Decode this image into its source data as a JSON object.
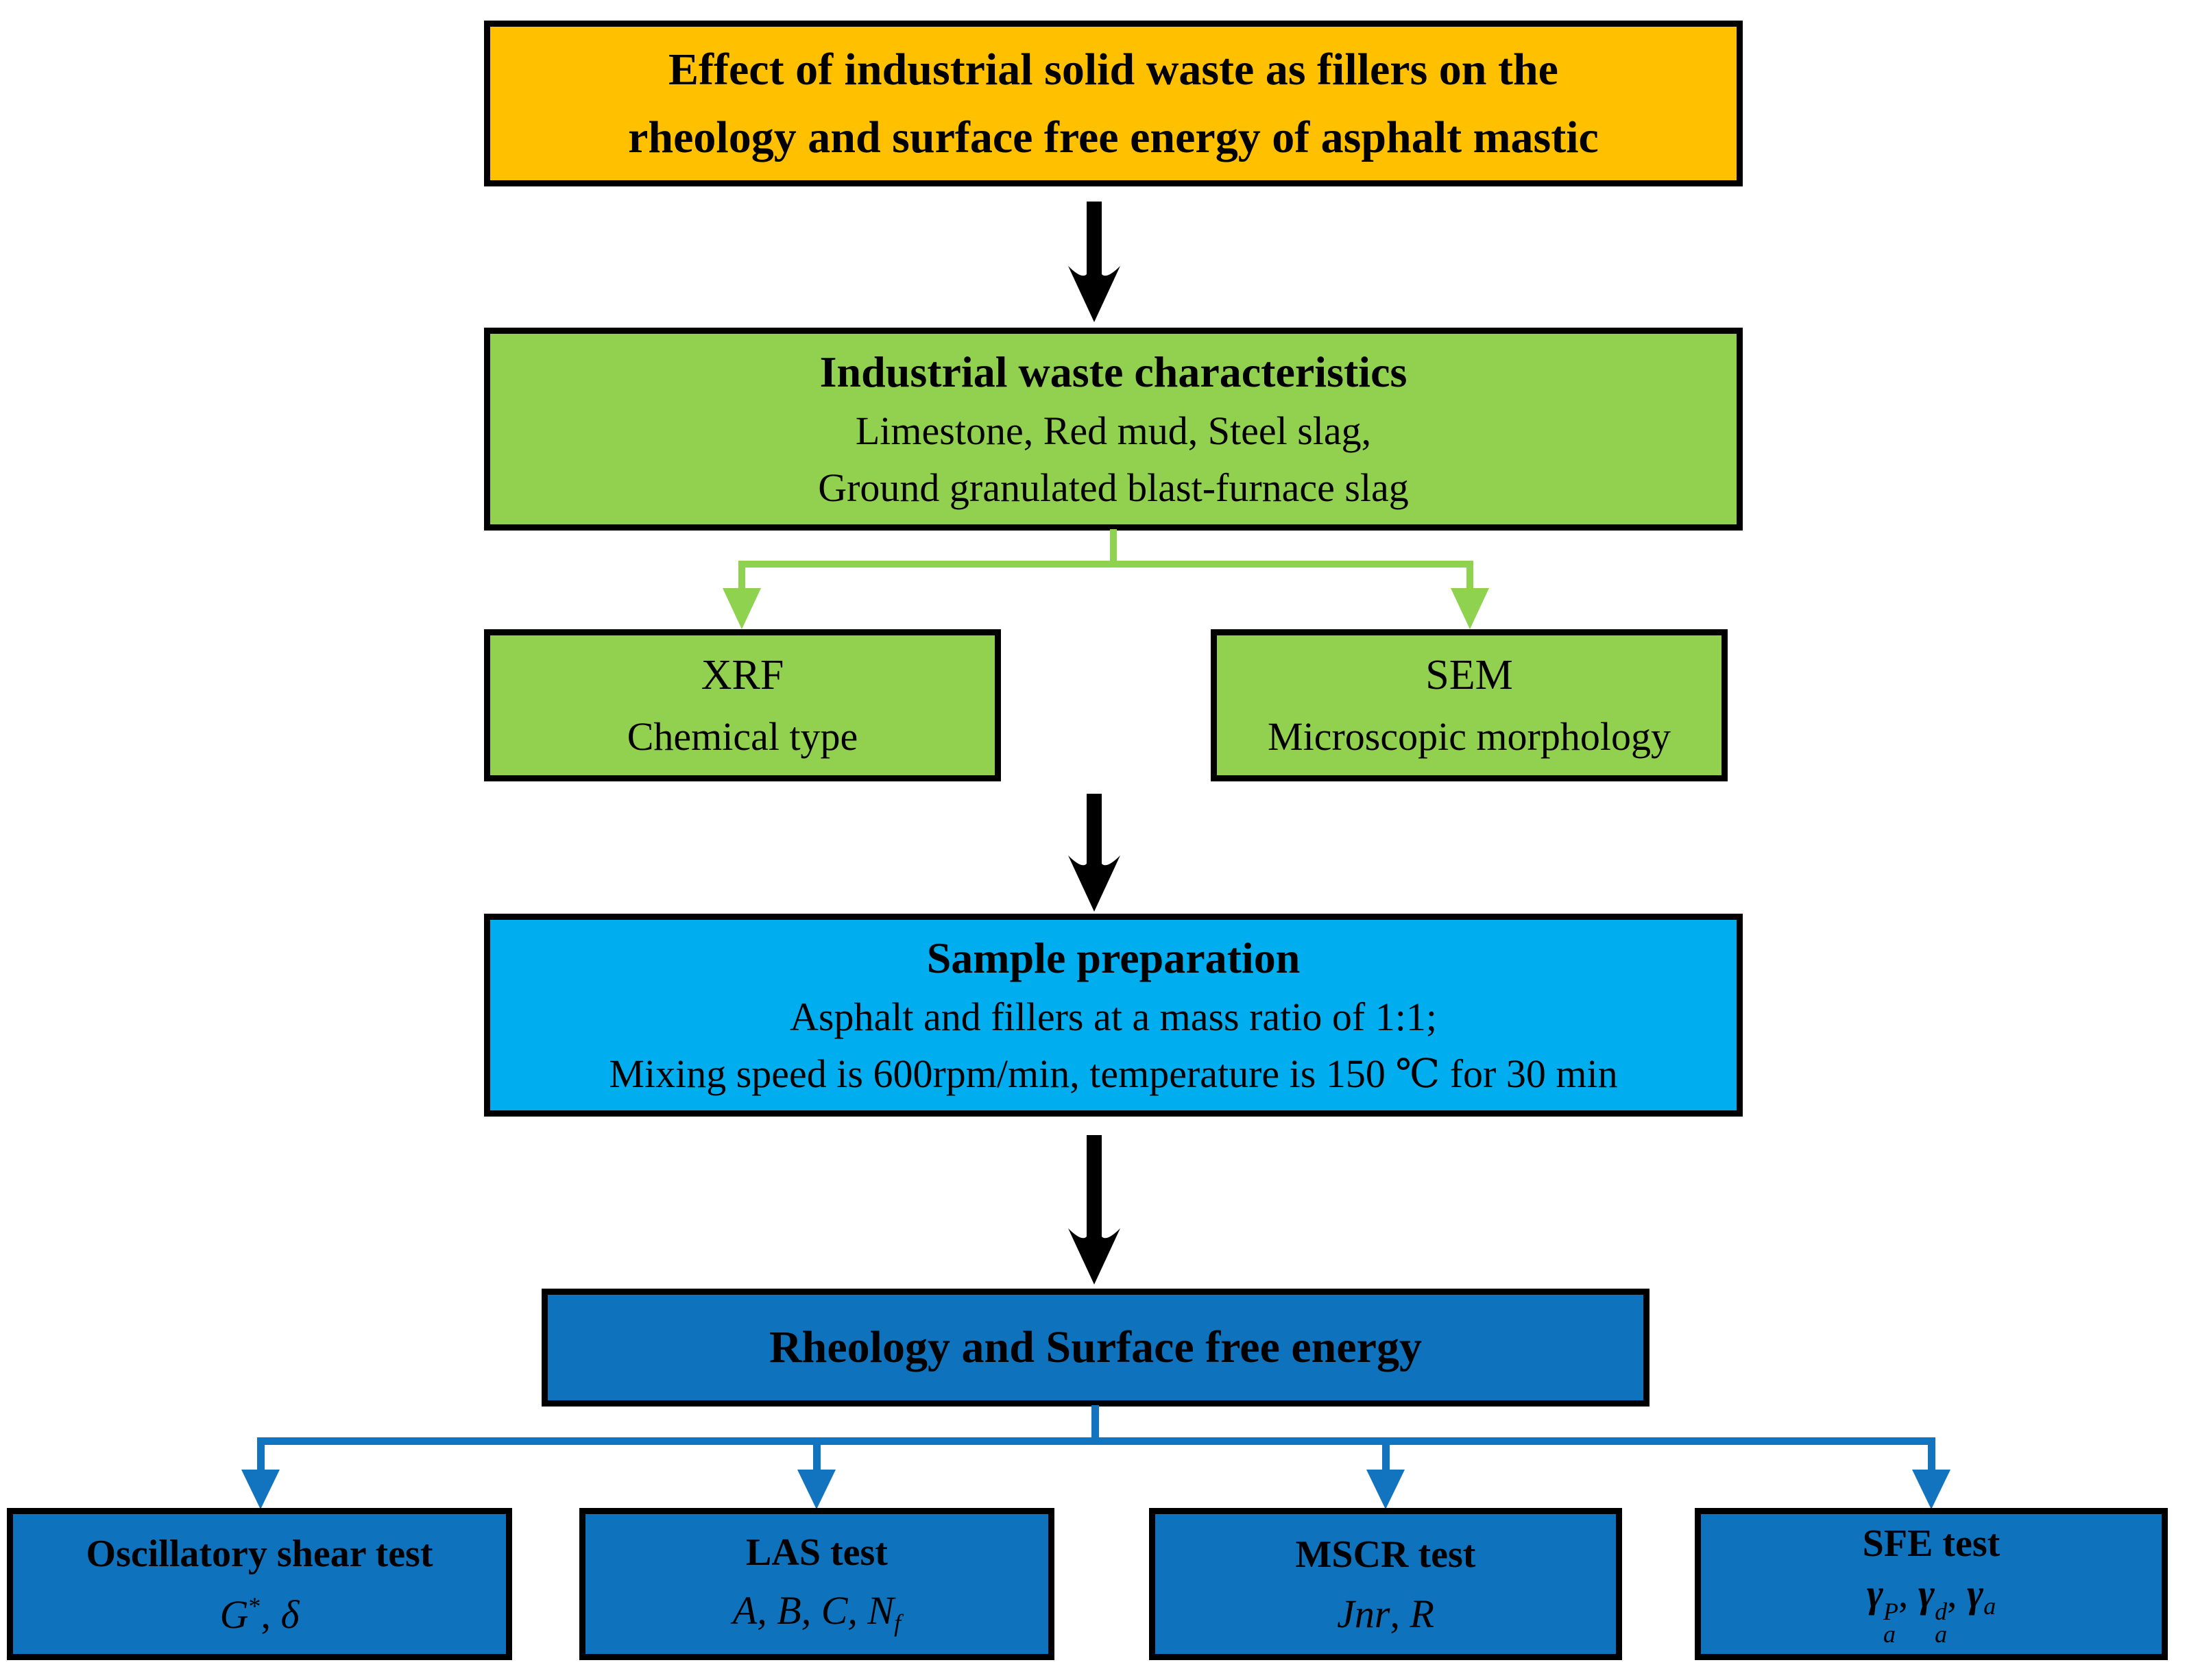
{
  "palette": {
    "orange": "#FFC000",
    "green": "#92D050",
    "green_line": "#8FD24F",
    "light_blue": "#00AEEF",
    "dark_blue": "#0E72BC",
    "blue_line": "#1273BF",
    "text": "#000000",
    "background": "#FFFFFF"
  },
  "title": {
    "lines": [
      "Effect of industrial solid waste as fillers on the",
      "rheology and surface free energy of asphalt mastic"
    ]
  },
  "waste": {
    "heading": "Industrial waste characteristics",
    "lines": [
      "Limestone, Red mud, Steel slag,",
      "Ground granulated blast-furnace slag"
    ]
  },
  "xrf": {
    "heading": "XRF",
    "caption": "Chemical type"
  },
  "sem": {
    "heading": "SEM",
    "caption": "Microscopic morphology"
  },
  "sample": {
    "heading": "Sample preparation",
    "lines": [
      "Asphalt and fillers at a mass ratio of 1:1;",
      "Mixing speed is 600rpm/min, temperature is 150 ℃ for 30 min"
    ]
  },
  "rheology": {
    "heading": "Rheology and Surface free energy"
  },
  "tests": [
    {
      "title": "Oscillatory shear test",
      "formula": [
        [
          "i",
          "G"
        ],
        [
          "sup",
          "*"
        ],
        [
          "t",
          ", "
        ],
        [
          "i",
          "δ"
        ]
      ]
    },
    {
      "title": "LAS test",
      "formula": [
        [
          "i",
          "A, B, C, N"
        ],
        [
          "isub",
          "f"
        ]
      ]
    },
    {
      "title": "MSCR test",
      "formula": [
        [
          "i",
          "Jnr"
        ],
        [
          "t",
          ", "
        ],
        [
          "i",
          "R"
        ]
      ]
    },
    {
      "title": "SFE test",
      "formula": [
        [
          "gss",
          "γ",
          "P",
          "a"
        ],
        [
          "t",
          ", "
        ],
        [
          "gss",
          "γ",
          "d",
          "a"
        ],
        [
          "t",
          ", "
        ],
        [
          "gsub",
          "γ",
          "a"
        ]
      ]
    }
  ]
}
